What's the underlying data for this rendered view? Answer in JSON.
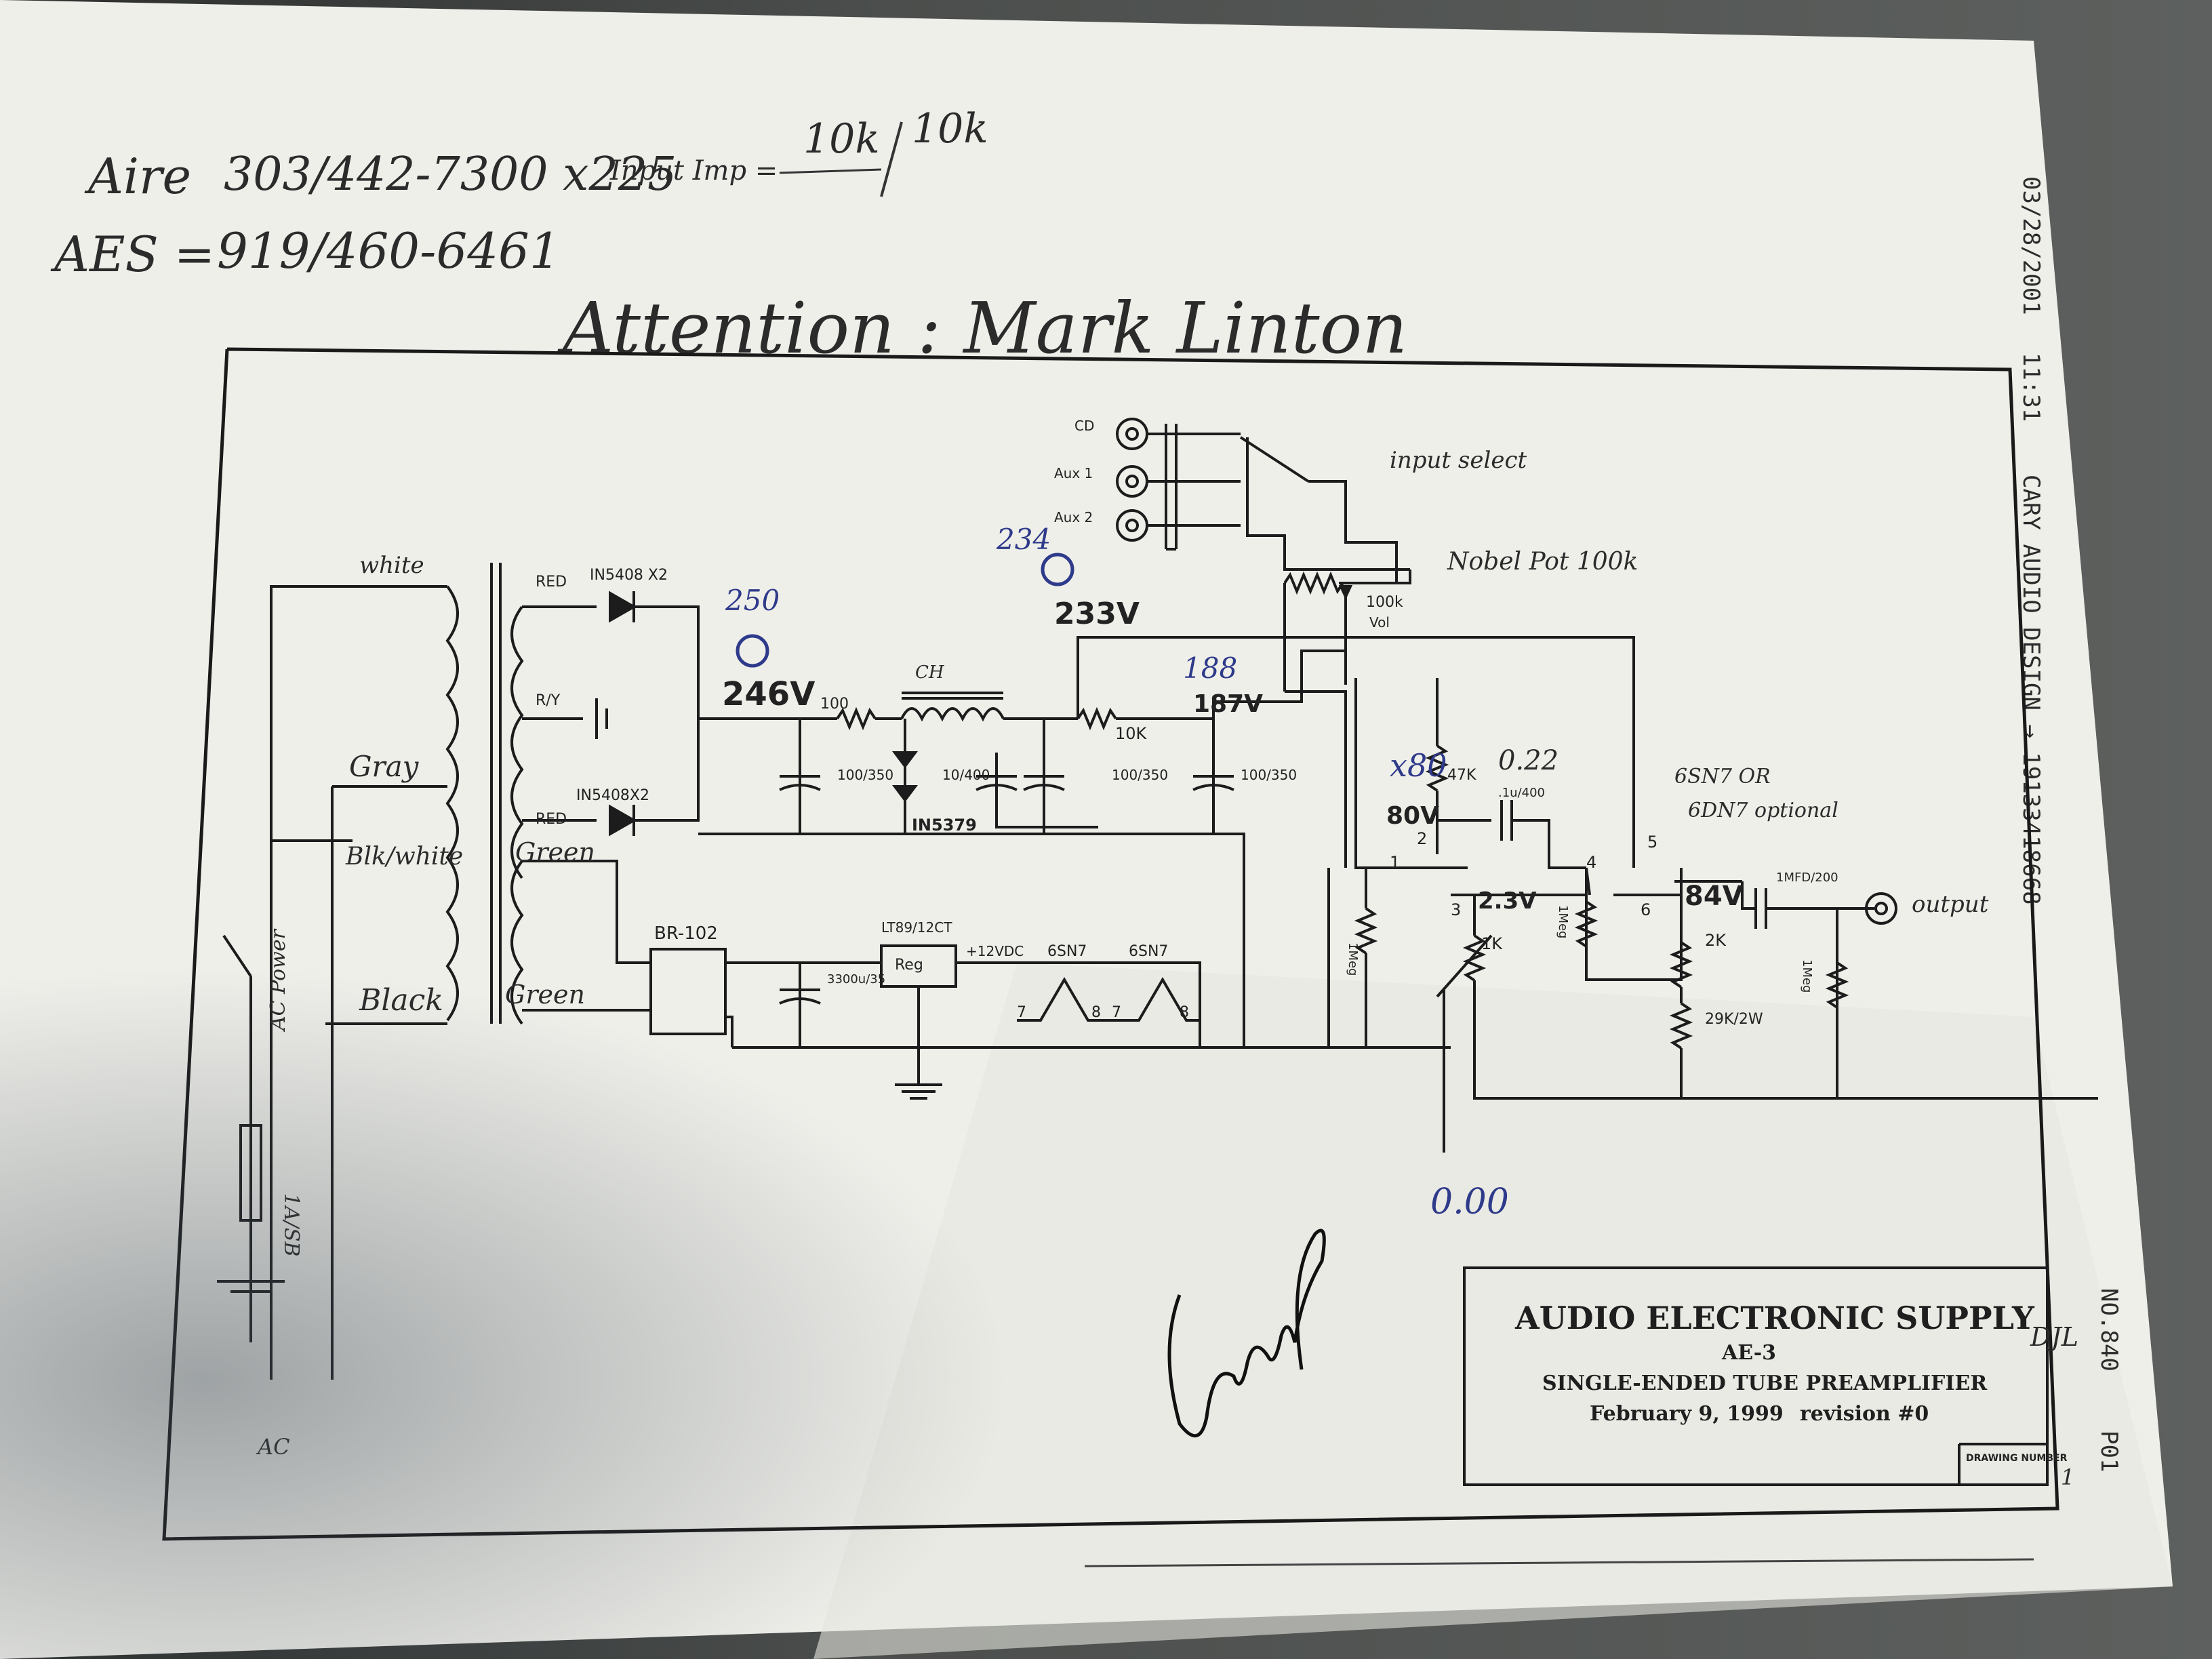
{
  "header": {
    "line1_name": "Aire",
    "line1_phone": "303/442-7300 x225",
    "line1_input": "Input Imp =",
    "line1_value1": "10k",
    "line1_value2": "10k",
    "line2_name": "AES =",
    "line2_phone": "919/460-6461",
    "attention": "Attention : Mark Linton"
  },
  "fax_strip": {
    "date": "03/28/2001",
    "time": "11:31",
    "sender": "CARY AUDIO DESIGN → 19133418668",
    "page_no": "NO.840",
    "page_code": "P01"
  },
  "schematic": {
    "inputs": [
      "CD",
      "Aux 1",
      "Aux 2"
    ],
    "input_select": "input select",
    "pot_label": "Nobel Pot 100k",
    "pot_value": "100k",
    "pot_sub": "Vol",
    "transformer_white": "white",
    "transformer_gray": "Gray",
    "transformer_blk_white": "Blk/white",
    "transformer_black": "Black",
    "wire_red_top": "RED",
    "wire_ry": "R/Y",
    "wire_red_bottom": "RED",
    "wire_green_top": "Green",
    "wire_green_bottom": "Green",
    "diode_top": "IN5408 X2",
    "diode_bottom": "IN5408X2",
    "v_246": "246V",
    "v_233": "233V",
    "v_187": "187V",
    "v_80": "80V",
    "v_23": "2.3V",
    "v_84": "84V",
    "note_250": "250",
    "note_234": "234",
    "note_188": "188",
    "note_x80": "x80",
    "r_100": "100",
    "r_10k": "10K",
    "r_47k": "47K",
    "r_1k": "1K",
    "r_2k": "2K",
    "r_29k": "29K/2W",
    "r_1meg_a": "1Meg",
    "r_1meg_b": "1Meg",
    "r_1meg_c": "1Meg",
    "c_100_350_a": "100/350",
    "c_100_350_b": "100/350",
    "c_100_350_c": "100/350",
    "c_10_400": "10/400",
    "c_022": "0.22",
    "c_022_sub": ".1u/400",
    "c_out": "1MFD/200",
    "c_3300": "3300u/35",
    "zener": "IN5379",
    "inductor": "CH",
    "bridge": "BR-102",
    "regulator_part": "LT89/12CT",
    "regulator": "Reg",
    "v_12": "+12VDC",
    "heater_a": "6SN7",
    "heater_b": "6SN7",
    "tube_note_a": "6SN7 OR",
    "tube_note_b": "6DN7 optional",
    "pin_1": "1",
    "pin_2": "2",
    "pin_3": "3",
    "pin_4": "4",
    "pin_5": "5",
    "pin_6": "6",
    "pin_7a": "7",
    "pin_8a": "8",
    "pin_7b": "7",
    "pin_8b": "8",
    "output": "output",
    "ac_power": "AC Power",
    "fuse": "1A/SB",
    "ac": "AC",
    "mark_000": "0.00"
  },
  "title_block": {
    "company": "AUDIO ELECTRONIC SUPPLY",
    "model": "AE-3",
    "initials": "DJL",
    "description": "SINGLE-ENDED TUBE PREAMPLIFIER",
    "date": "February 9, 1999",
    "revision": "revision #0",
    "drawing_number_label": "DRAWING NUMBER",
    "drawing_number": "1"
  }
}
